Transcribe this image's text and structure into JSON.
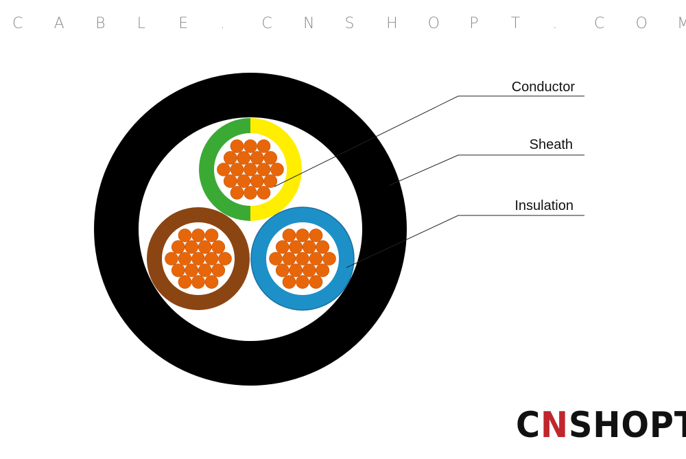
{
  "header": {
    "domain_text": "CABLE.CNSHOPT.COM"
  },
  "labels": {
    "conductor": "Conductor",
    "sheath": "Sheath",
    "insulation": "Insulation"
  },
  "logo": {
    "part1": "C",
    "accent": "N",
    "part2": "SHOPT",
    "accent_color": "#c0262d"
  },
  "colors": {
    "sheath": "#000000",
    "filler": "#ffffff",
    "earth_green": "#3aaa35",
    "earth_yellow": "#ffee00",
    "brown": "#8b4513",
    "blue": "#1e90c8",
    "copper": "#e8660a"
  },
  "cores": [
    {
      "name": "green-yellow-core",
      "insulation": "green-yellow"
    },
    {
      "name": "brown-core",
      "insulation": "brown"
    },
    {
      "name": "blue-core",
      "insulation": "blue"
    }
  ]
}
